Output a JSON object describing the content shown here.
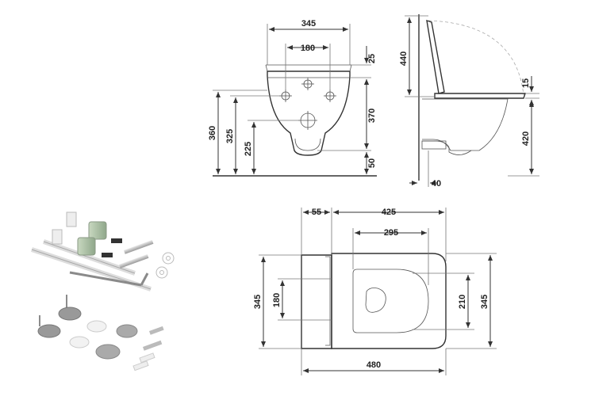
{
  "diagram": {
    "front_view": {
      "top_width": "345",
      "hole_spacing": "180",
      "seat_thickness": "25",
      "height_total": "360",
      "height_holes": "325",
      "height_outlet": "225",
      "height_outlet_upper": "370",
      "height_bottom": "50"
    },
    "side_view": {
      "lid_height": "440",
      "seat_gap": "15",
      "rim_height": "420",
      "wall_gap": "40"
    },
    "top_view": {
      "wall_offset": "55",
      "bowl_length": "425",
      "inner_length": "295",
      "fixing_spacing": "180",
      "inner_width": "210",
      "total_width": "345",
      "total_length": "480",
      "side_width": "345"
    }
  }
}
